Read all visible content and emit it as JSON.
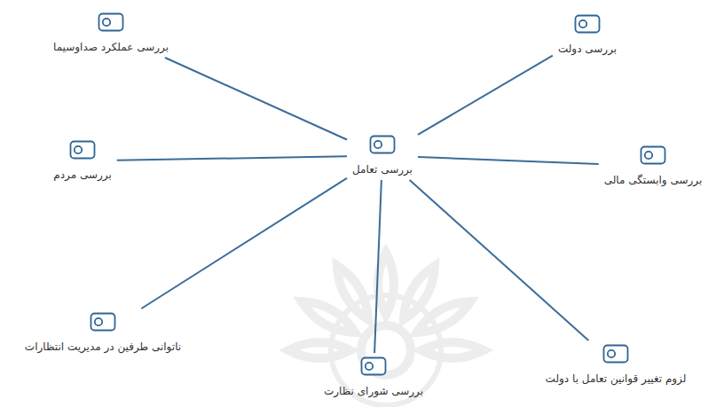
{
  "diagram": {
    "nodes": [
      {
        "text": [
          "بررسی تعامل"
        ]
      },
      {
        "text": [
          "بررسی عملکرد صداوسیما"
        ]
      },
      {
        "text": [
          "بررسی دولت"
        ]
      },
      {
        "text": [
          "بررسی مردم"
        ]
      },
      {
        "text": [
          "بررسی وابستگی مالی"
        ]
      },
      {
        "text": [
          "ناتوانی طرفین در مدیریت انتظارات"
        ]
      },
      {
        "text": [
          "بررسی شورای نظارت"
        ]
      },
      {
        "text": [
          "لزوم تغییر قوانین تعامل با دولت"
        ]
      }
    ],
    "edges": [
      {
        "from": 0,
        "to": 1,
        "arrow": "none"
      },
      {
        "from": 0,
        "to": 2,
        "arrow": "none"
      },
      {
        "from": 0,
        "to": 3,
        "arrow": "none"
      },
      {
        "from": 0,
        "to": 4,
        "arrow": "none"
      },
      {
        "from": 0,
        "to": 5,
        "arrow": "none"
      },
      {
        "from": 0,
        "to": 6,
        "arrow": "none"
      },
      {
        "from": 0,
        "to": 7,
        "arrow": "none"
      }
    ]
  }
}
